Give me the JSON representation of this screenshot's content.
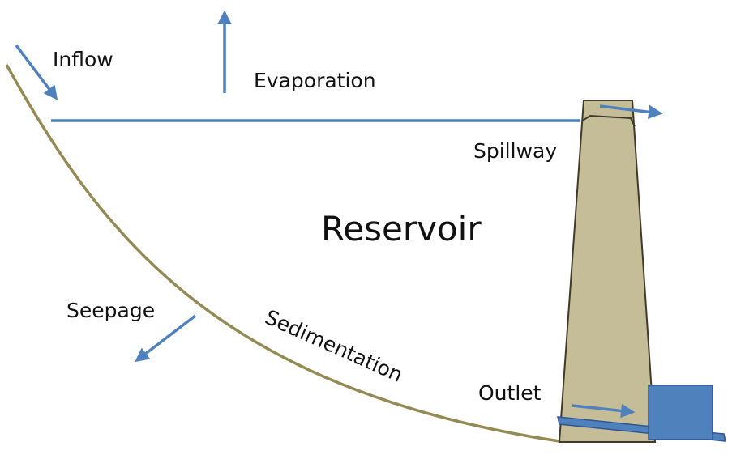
{
  "labels": {
    "inflow": "Inflow",
    "evaporation": "Evaporation",
    "spillway": "Spillway",
    "reservoir": "Reservoir",
    "seepage": "Seepage",
    "sedimentation": "Sedimentation",
    "outlet": "Outlet"
  },
  "colors": {
    "water": "#4F81BD",
    "ground": "#948A54",
    "dam_fill": "#C4BD97",
    "dam_stroke": "#403A2A",
    "outlet_box": "#4F81BD",
    "outlet_box_stroke": "#2F5597",
    "text": "#111111"
  }
}
